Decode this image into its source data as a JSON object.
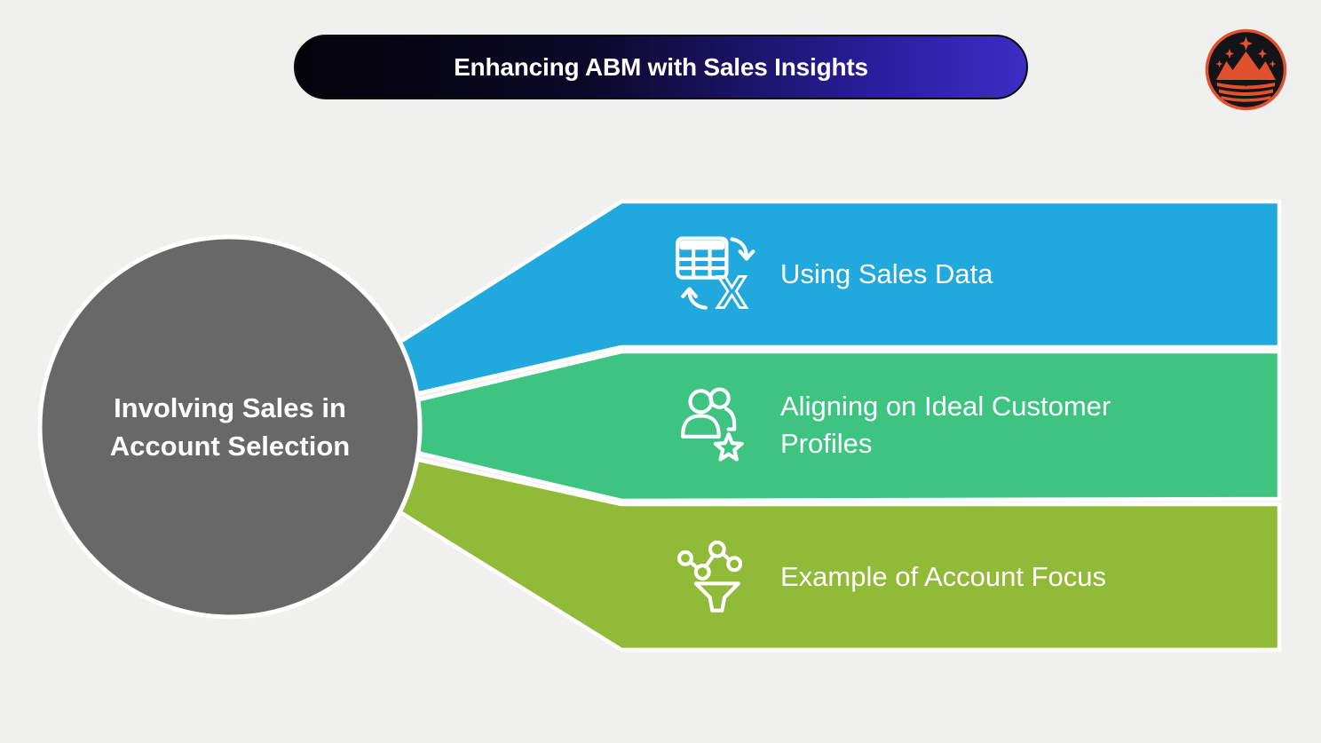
{
  "slide": {
    "background_color": "#f0f0ee"
  },
  "header": {
    "title": "Enhancing ABM with Sales Insights",
    "text_color": "#ffffff",
    "gradient_left": "#050309",
    "gradient_right": "#3e2cc4"
  },
  "logo": {
    "icon": "crown-mountains-stars-icon",
    "ring_color": "#e0512d",
    "background": "#141418",
    "icon_color": "#e0512d"
  },
  "hub": {
    "label": "Involving Sales in Account Selection",
    "fill": "#686868",
    "stroke": "#ffffff",
    "text_color": "#ffffff"
  },
  "branches": [
    {
      "label": "Using Sales Data",
      "fill": "#21a8dc",
      "icon": "table-to-excel-icon",
      "icon_glyph": "X"
    },
    {
      "label": "Aligning on Ideal Customer Profiles",
      "fill": "#3ec481",
      "icon": "people-star-icon"
    },
    {
      "label": "Example of Account Focus",
      "fill": "#90ba37",
      "icon": "scatter-to-funnel-icon"
    }
  ]
}
